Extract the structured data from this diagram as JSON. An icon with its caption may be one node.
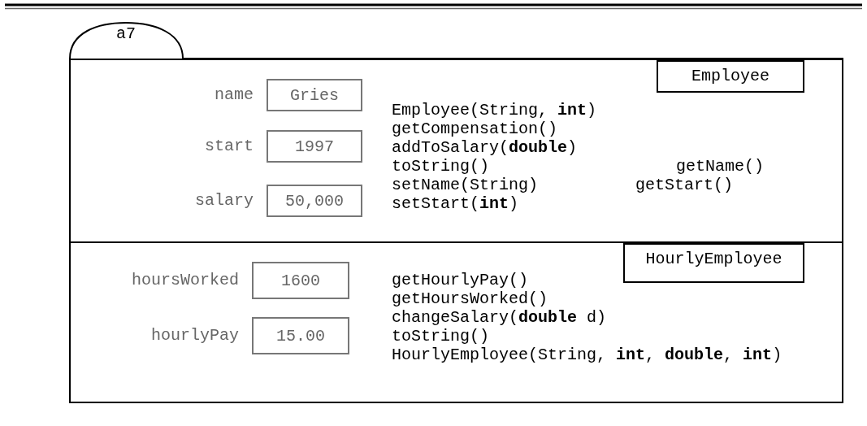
{
  "diagram": {
    "nodes": [
      {
        "text": [
          "a7"
        ]
      },
      {
        "text": [
          "Employee(String, **int**)",
          "getCompensation()",
          "addToSalary(**double**)",
          "toString()",
          "setName(String)",
          "setStart(**int**)",
          "getName()",
          "getStart()"
        ],
        "in": 0
      },
      {
        "text": [
          "Employee"
        ],
        "in": 1
      },
      {
        "text": [
          "Gries"
        ],
        "in": 1,
        "beside": [
          "name"
        ]
      },
      {
        "text": [
          "1997"
        ],
        "in": 1,
        "beside": [
          "start"
        ]
      },
      {
        "text": [
          "50,000"
        ],
        "in": 1,
        "beside": [
          "salary"
        ]
      },
      {
        "text": [
          "getHourlyPay()",
          "getHoursWorked()",
          "changeSalary(**double** d)",
          "toString()",
          "HourlyEmployee(String, **int**, **double**, **int**)"
        ],
        "in": 0
      },
      {
        "text": [
          "HourlyEmployee"
        ],
        "in": 6
      },
      {
        "text": [
          "1600"
        ],
        "in": 6,
        "beside": [
          "hoursWorked"
        ]
      },
      {
        "text": [
          "15.00"
        ],
        "in": 6,
        "beside": [
          "hourlyPay"
        ]
      }
    ]
  }
}
